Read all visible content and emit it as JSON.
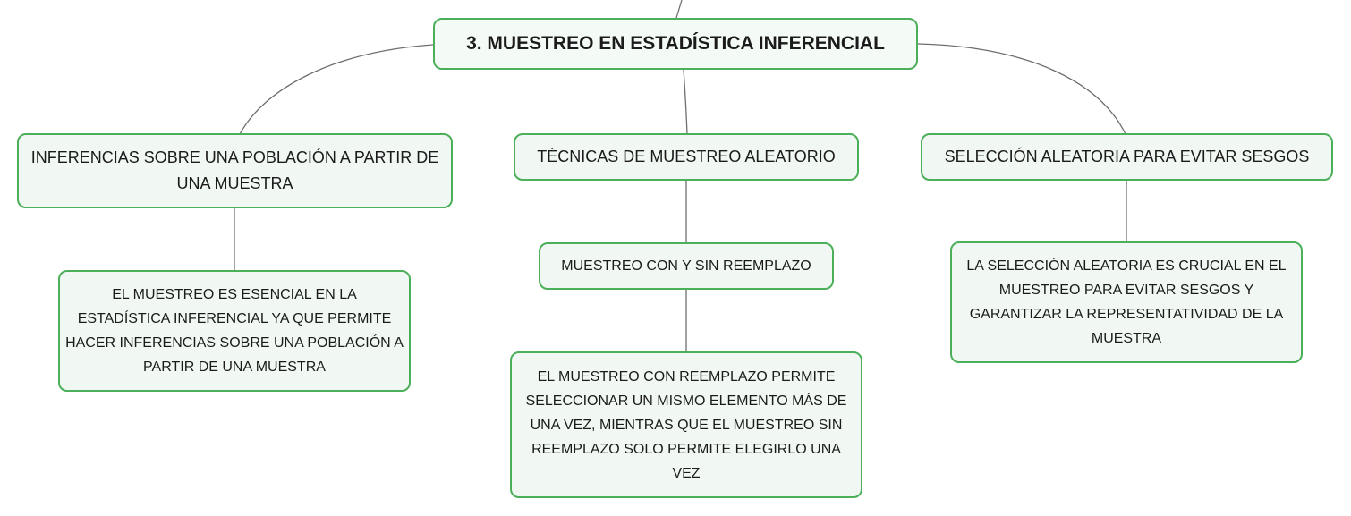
{
  "colors": {
    "node_border": "#4caf5a",
    "node_fill": "#f1f8f3",
    "connector": "#6e6e6e",
    "text": "#1b1b1b"
  },
  "mindmap": {
    "root": {
      "label": "3. MUESTREO EN ESTADÍSTICA INFERENCIAL"
    },
    "branches": [
      {
        "label": "INFERENCIAS SOBRE UNA POBLACIÓN A PARTIR DE UNA MUESTRA",
        "children": [
          {
            "label": "EL MUESTREO ES ESENCIAL EN LA ESTADÍSTICA INFERENCIAL YA QUE PERMITE HACER INFERENCIAS SOBRE UNA POBLACIÓN A PARTIR DE UNA MUESTRA"
          }
        ]
      },
      {
        "label": "TÉCNICAS DE MUESTREO ALEATORIO",
        "children": [
          {
            "label": "MUESTREO CON Y SIN REEMPLAZO",
            "children": [
              {
                "label": "EL MUESTREO CON REEMPLAZO PERMITE SELECCIONAR UN MISMO ELEMENTO MÁS DE UNA VEZ, MIENTRAS QUE EL MUESTREO SIN REEMPLAZO SOLO PERMITE ELEGIRLO UNA VEZ"
              }
            ]
          }
        ]
      },
      {
        "label": "SELECCIÓN ALEATORIA PARA EVITAR SESGOS",
        "children": [
          {
            "label": "LA SELECCIÓN ALEATORIA ES CRUCIAL EN EL MUESTREO PARA EVITAR SESGOS Y GARANTIZAR LA REPRESENTATIVIDAD DE LA MUESTRA"
          }
        ]
      }
    ]
  }
}
